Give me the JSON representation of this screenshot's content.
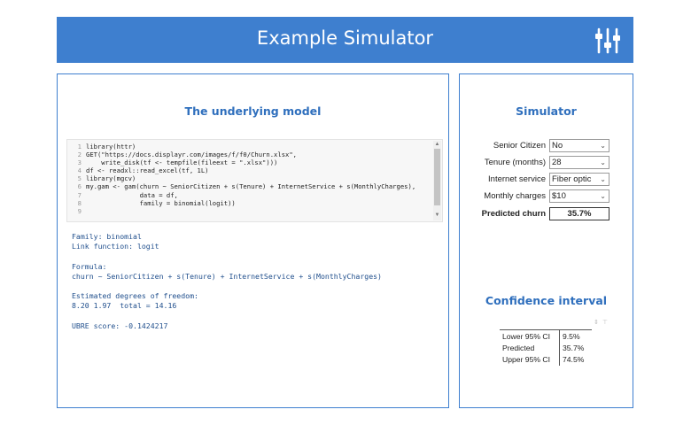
{
  "header": {
    "title": "Example Simulator",
    "icon": "sliders-icon",
    "color": "#3e7fcf"
  },
  "model_panel": {
    "heading": "The underlying model",
    "code": [
      {
        "n": "1",
        "text": "library(httr)"
      },
      {
        "n": "2",
        "text": "GET(\"https://docs.displayr.com/images/f/f0/Churn.xlsx\","
      },
      {
        "n": "3",
        "text": "    write_disk(tf <- tempfile(fileext = \".xlsx\")))"
      },
      {
        "n": "4",
        "text": "df <- readxl::read_excel(tf, 1L)"
      },
      {
        "n": "5",
        "text": "library(mgcv)"
      },
      {
        "n": "6",
        "text": "my.gam <- gam(churn ~ SeniorCitizen + s(Tenure) + InternetService + s(MonthlyCharges),"
      },
      {
        "n": "7",
        "text": "              data = df,"
      },
      {
        "n": "8",
        "text": "              family = binomial(logit))"
      },
      {
        "n": "9",
        "text": ""
      }
    ],
    "output": [
      "Family: binomial",
      "Link function: logit",
      "",
      "Formula:",
      "churn ~ SeniorCitizen + s(Tenure) + InternetService + s(MonthlyCharges)",
      "",
      "Estimated degrees of freedom:",
      "8.20 1.97  total = 14.16",
      "",
      "UBRE score: -0.1424217"
    ]
  },
  "simulator": {
    "heading": "Simulator",
    "fields": [
      {
        "label": "Senior Citizen",
        "value": "No"
      },
      {
        "label": "Tenure (months)",
        "value": "28"
      },
      {
        "label": "Internet service",
        "value": "Fiber optic"
      },
      {
        "label": "Monthly charges",
        "value": "$10"
      }
    ],
    "predicted_label": "Predicted churn",
    "predicted_value": "35.7%"
  },
  "confidence": {
    "heading": "Confidence interval",
    "rows": [
      {
        "label": "Lower 95% CI",
        "value": "9.5%"
      },
      {
        "label": "Predicted",
        "value": "35.7%"
      },
      {
        "label": "Upper 95% CI",
        "value": "74.5%"
      }
    ]
  }
}
